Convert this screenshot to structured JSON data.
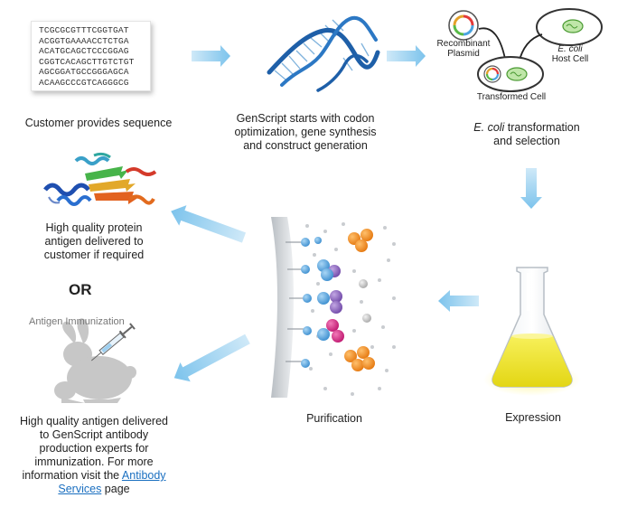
{
  "sequence": {
    "lines": [
      "TCGCGCGTTTCGGTGAT",
      "ACGGTGAAAACCTCTGA",
      "ACATGCAGCTCCCGGAG",
      "CGGTCACAGCTTGTCTGT",
      "AGCGGATGCCGGGAGCA",
      "ACAAGCCCGTCAGGGCG"
    ]
  },
  "steps": {
    "customer": "Customer provides sequence",
    "genscript": [
      "GenScript starts with codon",
      "optimization, gene synthesis",
      "and construct generation"
    ],
    "transformation": {
      "italic": "E. coli",
      "rest": " transformation",
      "line2": "and selection"
    },
    "expression": "Expression",
    "purification": "Purification",
    "protein": [
      "High quality protein",
      "antigen delivered to",
      "customer if required"
    ],
    "or": "OR",
    "immunization_label": "Antigen Immunization",
    "antigen": {
      "lines": [
        "High quality antigen delivered",
        "to GenScript antibody",
        "production experts for",
        "immunization. For more"
      ],
      "line5_prefix": "information visit the ",
      "link_part1": "Antibody",
      "link_part2": "Services",
      "suffix": " page"
    }
  },
  "cells": {
    "plasmid_label": [
      "Recombinant",
      "Plasmid"
    ],
    "host_italic": "E. coli",
    "host_label": "Host Cell",
    "transformed_label": "Transformed Cell"
  },
  "colors": {
    "arrow": "#8ccbee",
    "flask_liquid": "#f2ea2a",
    "bead_blue": "#5ba7dc",
    "bead_purple": "#8a62b8",
    "bead_orange": "#f08a1e",
    "bead_magenta": "#d6257f",
    "rabbit": "#c7c7c7",
    "link": "#1a6fc0"
  },
  "icons": [
    "arrow-right-icon",
    "arrow-down-icon",
    "arrow-left-icon",
    "dna-helix-icon",
    "plasmid-icon",
    "host-cell-icon",
    "transformed-cell-icon",
    "protein-structure-icon",
    "flask-icon",
    "rabbit-icon",
    "syringe-icon",
    "purification-column-icon"
  ]
}
